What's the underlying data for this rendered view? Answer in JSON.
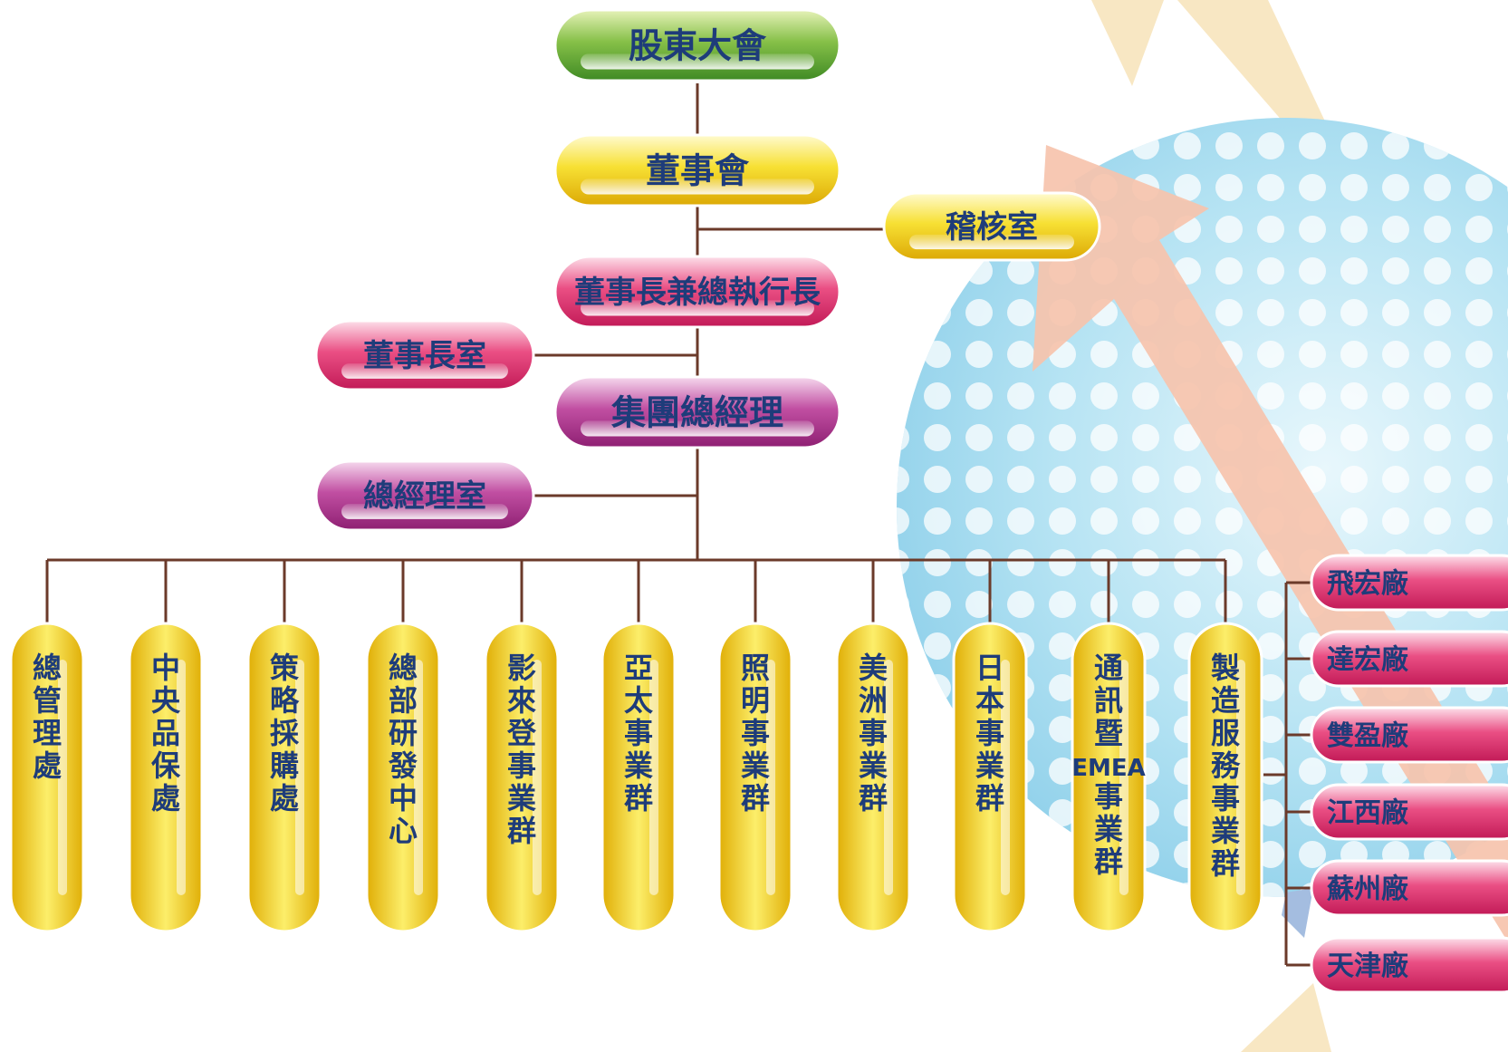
{
  "chart_data": {
    "type": "org-chart",
    "nodes": {
      "shareholders": "股東大會",
      "board": "董事會",
      "audit": "稽核室",
      "chairman_ceo": "董事長兼總執行長",
      "chairman_office": "董事長室",
      "group_gm": "集團總經理",
      "gm_office": "總經理室"
    },
    "divisions": [
      {
        "id": "admin",
        "chars": [
          "總",
          "管",
          "理",
          "處"
        ]
      },
      {
        "id": "qa",
        "chars": [
          "中",
          "央",
          "品",
          "保",
          "處"
        ]
      },
      {
        "id": "procure",
        "chars": [
          "策",
          "略",
          "採",
          "購",
          "處"
        ]
      },
      {
        "id": "rnd",
        "chars": [
          "總",
          "部",
          "研",
          "發",
          "中",
          "心"
        ]
      },
      {
        "id": "display",
        "chars": [
          "影",
          "來",
          "登",
          "事",
          "業",
          "群"
        ]
      },
      {
        "id": "apac",
        "chars": [
          "亞",
          "太",
          "事",
          "業",
          "群"
        ]
      },
      {
        "id": "lighting",
        "chars": [
          "照",
          "明",
          "事",
          "業",
          "群"
        ]
      },
      {
        "id": "americas",
        "chars": [
          "美",
          "洲",
          "事",
          "業",
          "群"
        ]
      },
      {
        "id": "japan",
        "chars": [
          "日",
          "本",
          "事",
          "業",
          "群"
        ]
      },
      {
        "id": "telecom",
        "chars": [
          "通",
          "訊",
          "暨",
          "EMEA",
          "事",
          "業",
          "群"
        ]
      },
      {
        "id": "mfg",
        "chars": [
          "製",
          "造",
          "服",
          "務",
          "事",
          "業",
          "群"
        ]
      }
    ],
    "factories": [
      "飛宏廠",
      "達宏廠",
      "雙盈廠",
      "江西廠",
      "蘇州廠",
      "天津廠"
    ],
    "colors": {
      "line": "#6b3a2a",
      "text": "#1e3c7a",
      "green": "#6aab3a",
      "yellow": "#f4d21c",
      "pink": "#e0336e",
      "purple": "#b2388e",
      "globe": "#aee0f2",
      "arrow": "#f6c3ad"
    }
  }
}
